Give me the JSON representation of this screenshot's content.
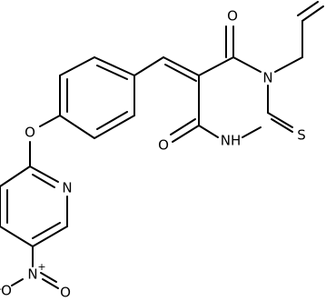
{
  "structure": {
    "atoms": {
      "o_carbonyl_top": "O",
      "n_allyl": "N",
      "s_thione": "S",
      "nh": "NH",
      "o_carbonyl_bottom": "O",
      "o_ether": "O",
      "n_pyridine": "N",
      "n_nitro": "N",
      "nitro_n_charge": "+",
      "o_nitro_right": "O",
      "o_nitro_left": "O",
      "nitro_o_charge": "-"
    }
  }
}
